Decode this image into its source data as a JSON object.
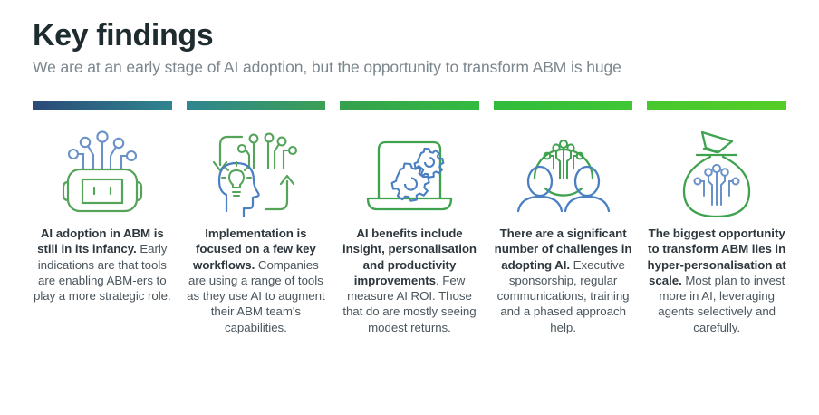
{
  "header": {
    "title": "Key findings",
    "subtitle": "We are at an early stage of AI adoption, but the opportunity to transform ABM is huge",
    "title_color": "#1e2b2f",
    "subtitle_color": "#7b868d"
  },
  "theme": {
    "green": "#3aa83a",
    "blue": "#4a7fc1",
    "text_bold": "#2d373d",
    "text_body": "#4a555c",
    "background": "#ffffff"
  },
  "columns": [
    {
      "icon": "ai-robot-icon",
      "bar_from": "#2b4a77",
      "bar_to": "#2f8590",
      "lead": "AI adoption in ABM is still in its infancy.",
      "rest": " Early indications are that tools are enabling ABM-ers to play a more strategic role."
    },
    {
      "icon": "head-lightbulb-workflow-icon",
      "bar_from": "#2f8590",
      "bar_to": "#3ba055",
      "lead": "Implementation is focused on a few key workflows.",
      "rest": " Companies are using a range of tools as they use AI to augment their ABM team's capabilities."
    },
    {
      "icon": "laptop-gears-icon",
      "bar_from": "#35a04f",
      "bar_to": "#33bb3f",
      "lead": "AI benefits include insight, personalisation and productivity improvements",
      "rest": ". Few measure AI ROI. Those that do are mostly seeing modest returns."
    },
    {
      "icon": "people-network-icon",
      "bar_from": "#31bb3c",
      "bar_to": "#3fc734",
      "lead": "There are a significant number of challenges in adopting AI.",
      "rest": " Executive sponsorship, regular communications, training and a phased approach help."
    },
    {
      "icon": "money-bag-circuit-icon",
      "bar_from": "#47c72e",
      "bar_to": "#55cd26",
      "lead": "The biggest opportunity to transform ABM lies in hyper-personalisation at scale.",
      "rest": " Most plan to invest more in AI, leveraging agents selectively and carefully."
    }
  ]
}
